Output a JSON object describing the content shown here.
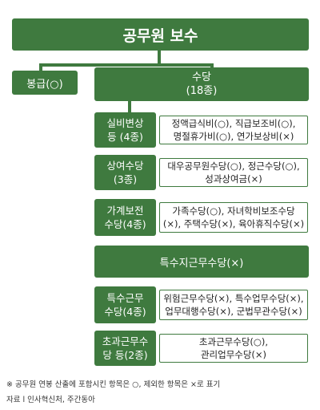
{
  "title": "공무원 보수",
  "bonggeup": "봉급(○)",
  "sudang": {
    "line1": "수당",
    "line2": "(18종)"
  },
  "categories": [
    {
      "label1": "실비변상",
      "label2": "등 (4종)",
      "desc1": "정액급식비(○), 직급보조비(○),",
      "desc2": "명절휴가비(○), 연가보상비(×)"
    },
    {
      "label1": "상여수당",
      "label2": "(3종)",
      "desc1": "대우공무원수당(○), 정근수당(○),",
      "desc2": "성과상여금(×)"
    },
    {
      "label1": "가계보전",
      "label2": "수당(4종)",
      "desc1": "가족수당(○), 자녀학비보조수당",
      "desc2": "(×), 주택수당(×), 육아휴직수당(×)"
    },
    {
      "label1": "특수근무",
      "label2": "수당(4종)",
      "desc1": "위험근무수당(×), 특수업무수당(×),",
      "desc2": "업무대행수당(×), 군법무관수당(×)"
    },
    {
      "label1": "초과근무수",
      "label2": "당 등(2종)",
      "desc1": "초과근무수당(○),",
      "desc2": "관리업무수당(×)"
    }
  ],
  "special": "특수지근무수당(×)",
  "footnote": "※ 공무원 연봉 산출에 포함시킨 항목은 ○, 제외한 항목은 ×로 표기",
  "source": "자료 l 인사혁신처, 주간동아",
  "colors": {
    "green": "#3f7a3f",
    "border": "#3f7a3f"
  }
}
